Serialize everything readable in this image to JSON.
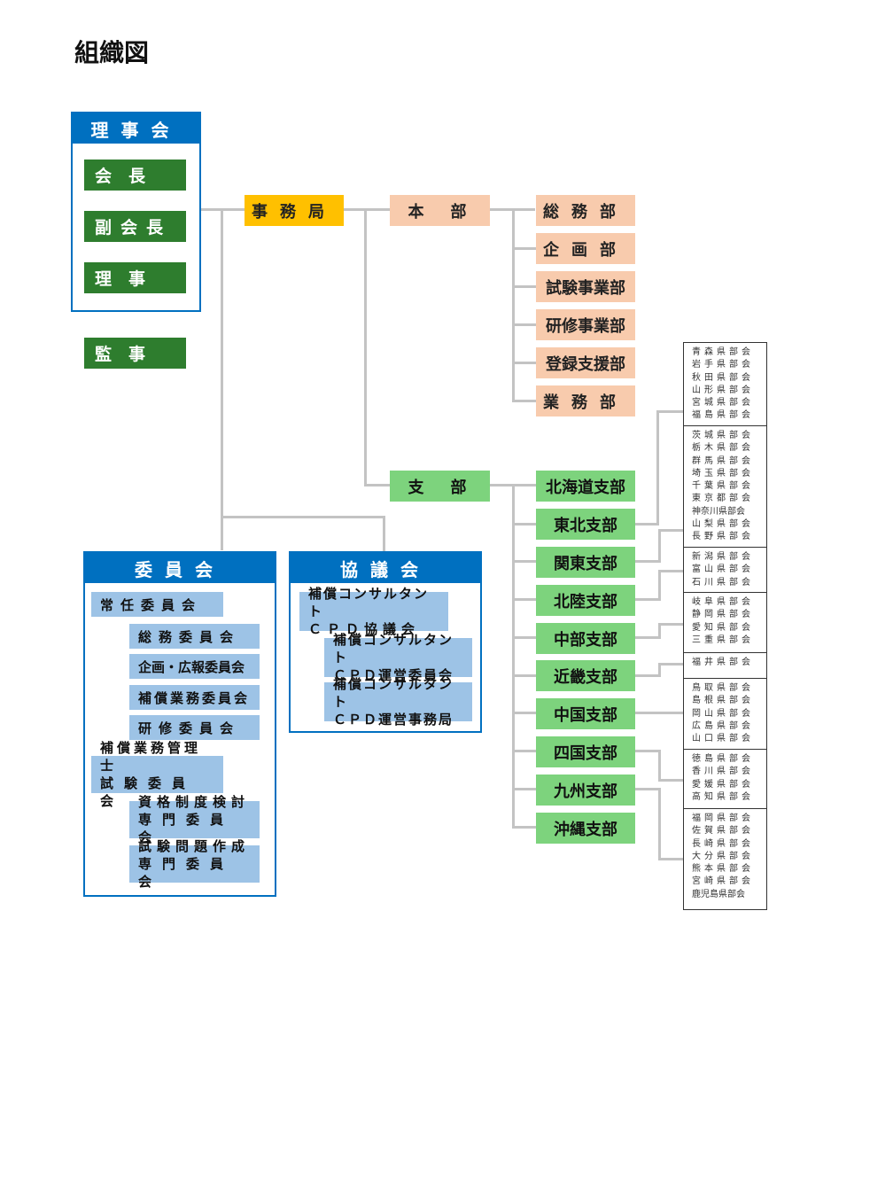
{
  "title": "組織図",
  "board": {
    "header": "理事会",
    "members": [
      "会　長",
      "副会長",
      "理　事"
    ]
  },
  "auditor": "監　事",
  "secretariat": "事務局",
  "headquarters": {
    "label": "本　部",
    "departments": [
      "総務部",
      "企画部",
      "試験事業部",
      "研修事業部",
      "登録支援部",
      "業務部"
    ]
  },
  "branch_office": {
    "label": "支　部",
    "branches": [
      "北海道支部",
      "東北支部",
      "関東支部",
      "北陸支部",
      "中部支部",
      "近畿支部",
      "中国支部",
      "四国支部",
      "九州支部",
      "沖縄支部"
    ]
  },
  "prefecture_groups": [
    [
      "青森県部会",
      "岩手県部会",
      "秋田県部会",
      "山形県部会",
      "宮城県部会",
      "福島県部会"
    ],
    [
      "茨城県部会",
      "栃木県部会",
      "群馬県部会",
      "埼玉県部会",
      "千葉県部会",
      "東京都部会",
      "神奈川県部会",
      "山梨県部会",
      "長野県部会"
    ],
    [
      "新潟県部会",
      "富山県部会",
      "石川県部会"
    ],
    [
      "岐阜県部会",
      "静岡県部会",
      "愛知県部会",
      "三重県部会"
    ],
    [
      "福井県部会"
    ],
    [
      "鳥取県部会",
      "島根県部会",
      "岡山県部会",
      "広島県部会",
      "山口県部会"
    ],
    [
      "徳島県部会",
      "香川県部会",
      "愛媛県部会",
      "高知県部会"
    ],
    [
      "福岡県部会",
      "佐賀県部会",
      "長崎県部会",
      "大分県部会",
      "熊本県部会",
      "宮崎県部会",
      "鹿児島県部会"
    ]
  ],
  "committee": {
    "header": "委員会",
    "standing": "常任委員会",
    "standing_children": [
      "総務委員会",
      "企画・広報委員会",
      "補償業務委員会",
      "研修委員会"
    ],
    "exam": [
      "補償業務管理士",
      "試験委員会"
    ],
    "exam_children": [
      [
        "資格制度検討",
        "専門委員会"
      ],
      [
        "試験問題作成",
        "専門委員会"
      ]
    ]
  },
  "council": {
    "header": "協議会",
    "main": [
      "補償コンサルタント",
      "ＣＰＤ協議会"
    ],
    "children": [
      [
        "補償コンサルタント",
        "ＣＰＤ運営委員会"
      ],
      [
        "補償コンサルタント",
        "ＣＰＤ運営事務局"
      ]
    ]
  }
}
